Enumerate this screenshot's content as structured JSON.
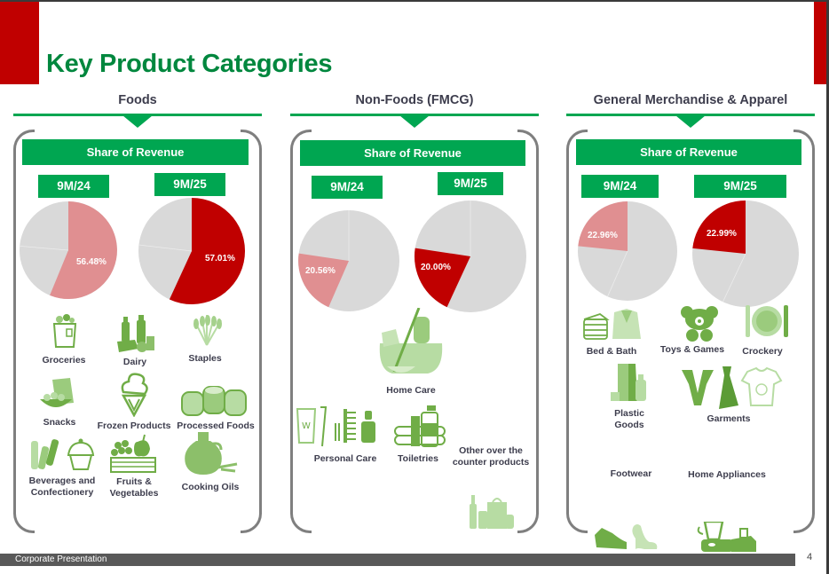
{
  "title": "Key Product Categories",
  "footer": {
    "text": "Corporate Presentation",
    "page": "4"
  },
  "colors": {
    "brand_green": "#00a651",
    "title_green": "#00873e",
    "accent_red": "#c00000",
    "light_red": "#e08f91",
    "pie_gray": "#d9d9d9",
    "icon_green": "#70ad47"
  },
  "sections": [
    {
      "title": "Foods",
      "share_label": "Share of Revenue",
      "periods": [
        {
          "label": "9M/24",
          "value": "56.48%"
        },
        {
          "label": "9M/25",
          "value": "57.01%"
        }
      ],
      "categories": [
        {
          "label": "Groceries",
          "icon": "grocery-bag-icon"
        },
        {
          "label": "Dairy",
          "icon": "dairy-bottles-icon"
        },
        {
          "label": "Staples",
          "icon": "wheat-icon"
        },
        {
          "label": "Snacks",
          "icon": "snacks-icon"
        },
        {
          "label": "Frozen Products",
          "icon": "ice-cream-icon"
        },
        {
          "label": "Processed Foods",
          "icon": "cans-icon"
        },
        {
          "label": "Beverages and",
          "label2": "Confectionery",
          "icon": "beverages-cupcake-icon"
        },
        {
          "label": "Fruits &",
          "label2": "Vegetables",
          "icon": "fruit-basket-icon"
        },
        {
          "label": "Cooking Oils",
          "icon": "oil-jar-icon"
        }
      ]
    },
    {
      "title": "Non-Foods (FMCG)",
      "share_label": "Share of Revenue",
      "periods": [
        {
          "label": "9M/24",
          "value": "20.56%"
        },
        {
          "label": "9M/25",
          "value": "20.00%"
        }
      ],
      "categories": [
        {
          "label": "Home Care",
          "icon": "cleaning-supplies-icon"
        },
        {
          "label": "Personal Care",
          "icon": "toothpaste-comb-icon"
        },
        {
          "label": "Toiletries",
          "icon": "towels-bottles-icon"
        },
        {
          "label": "Other over the",
          "label2": "counter products",
          "icon": "otc-products-icon"
        }
      ]
    },
    {
      "title": "General Merchandise & Apparel",
      "share_label": "Share of Revenue",
      "periods": [
        {
          "label": "9M/24",
          "value": "22.96%"
        },
        {
          "label": "9M/25",
          "value": "22.99%"
        }
      ],
      "categories": [
        {
          "label": "Bed & Bath",
          "icon": "towels-robe-icon"
        },
        {
          "label": "Toys & Games",
          "icon": "teddy-bear-icon"
        },
        {
          "label": "Crockery",
          "icon": "plate-cutlery-icon"
        },
        {
          "label": "Plastic",
          "label2": "Goods",
          "icon": "plastic-containers-icon"
        },
        {
          "label": "Garments",
          "icon": "garments-icon"
        },
        {
          "label": "Footwear",
          "icon": "shoes-icon"
        },
        {
          "label": "Home Appliances",
          "icon": "blender-icon"
        }
      ]
    }
  ],
  "chart_data": [
    {
      "type": "pie",
      "title": "Foods - Share of Revenue",
      "categories": [
        "Foods",
        "Non-Foods (FMCG)",
        "General Merchandise & Apparel"
      ],
      "series": [
        {
          "name": "9M/24",
          "values": [
            56.48,
            20.56,
            22.96
          ]
        },
        {
          "name": "9M/25",
          "values": [
            57.01,
            20.0,
            22.99
          ]
        }
      ],
      "highlight": "Foods",
      "data_labels": {
        "9M/24": "56.48%",
        "9M/25": "57.01%"
      }
    },
    {
      "type": "pie",
      "title": "Non-Foods (FMCG) - Share of Revenue",
      "categories": [
        "Foods",
        "Non-Foods (FMCG)",
        "General Merchandise & Apparel"
      ],
      "series": [
        {
          "name": "9M/24",
          "values": [
            56.48,
            20.56,
            22.96
          ]
        },
        {
          "name": "9M/25",
          "values": [
            57.01,
            20.0,
            22.99
          ]
        }
      ],
      "highlight": "Non-Foods (FMCG)",
      "data_labels": {
        "9M/24": "20.56%",
        "9M/25": "20.00%"
      }
    },
    {
      "type": "pie",
      "title": "General Merchandise & Apparel - Share of Revenue",
      "categories": [
        "Foods",
        "Non-Foods (FMCG)",
        "General Merchandise & Apparel"
      ],
      "series": [
        {
          "name": "9M/24",
          "values": [
            56.48,
            20.56,
            22.96
          ]
        },
        {
          "name": "9M/25",
          "values": [
            57.01,
            20.0,
            22.99
          ]
        }
      ],
      "highlight": "General Merchandise & Apparel",
      "data_labels": {
        "9M/24": "22.96%",
        "9M/25": "22.99%"
      }
    }
  ]
}
